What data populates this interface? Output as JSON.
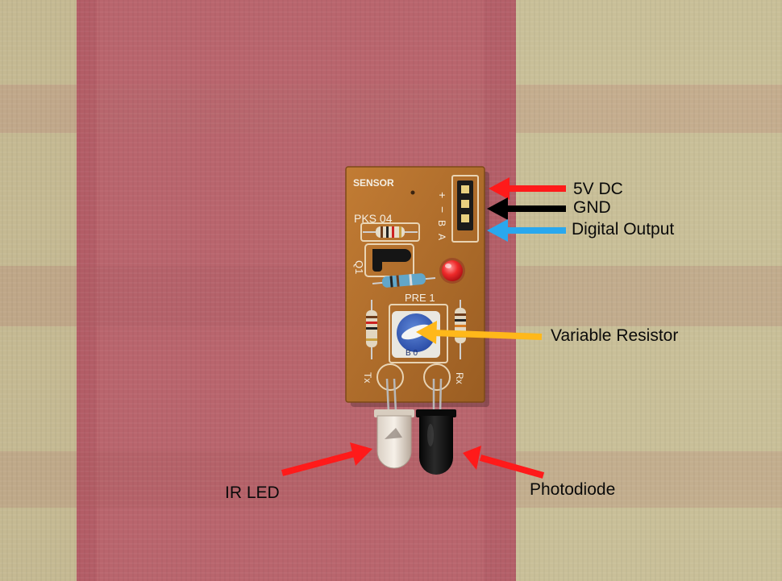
{
  "board": {
    "sensor_label": "SENSOR",
    "part_label": "PKS 04",
    "transistor_label": "Q1",
    "pot_label": "PRE 1",
    "pot_marking": "B 0",
    "tx_label": "Tx",
    "rx_label": "Rx",
    "pin_plus": "+",
    "pin_minus": "−",
    "pin_b": "B",
    "pin_a": "A"
  },
  "callouts": {
    "vcc": "5V DC",
    "gnd": "GND",
    "output": "Digital Output",
    "variable_resistor": "Variable Resistor",
    "ir_led": "IR LED",
    "photodiode": "Photodiode"
  },
  "colors": {
    "arrow_red": "#ff1a1a",
    "arrow_black": "#000000",
    "arrow_blue": "#29a8ee",
    "arrow_yellow": "#ffb81a",
    "pcb": "#b5732f",
    "fabric_red": "#b65e66",
    "fabric_beige": "#c8bd94"
  }
}
